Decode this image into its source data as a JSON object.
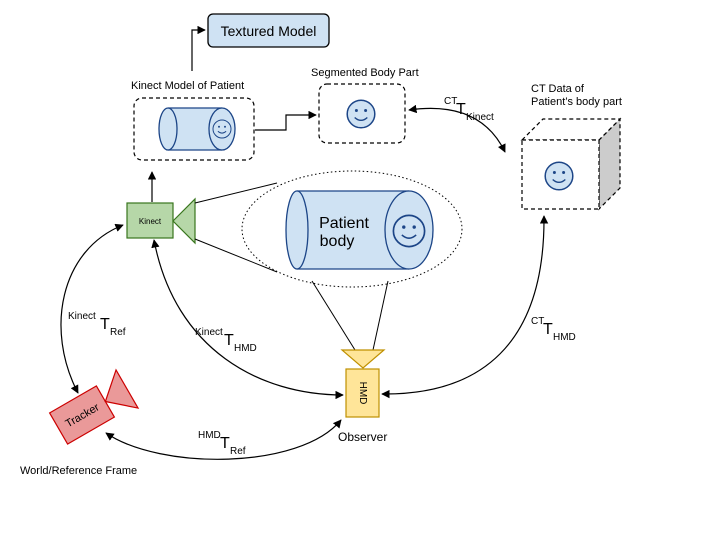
{
  "labels": {
    "textured_model": "Textured Model",
    "kinect_model": "Kinect Model of Patient",
    "segmented": "Segmented Body Part",
    "ct_data_line1": "CT Data of",
    "ct_data_line2": "Patient’s body part",
    "kinect": "Kinect",
    "patient_line1": "Patient",
    "patient_line2": "body",
    "hmd": "HMD",
    "observer": "Observer",
    "tracker": "Tracker",
    "world_frame": "World/Reference Frame"
  },
  "transforms": {
    "ct_kinect": {
      "sup": "CT",
      "main": "T",
      "sub": "Kinect"
    },
    "kinect_ref": {
      "sup": "Kinect",
      "main": "T",
      "sub": "Ref"
    },
    "kinect_hmd": {
      "sup": "Kinect",
      "main": "T",
      "sub": "HMD"
    },
    "ct_hmd": {
      "sup": "CT",
      "main": "T",
      "sub": "HMD"
    },
    "hmd_ref": {
      "sup": "HMD",
      "main": "T",
      "sub": "Ref"
    }
  },
  "colors": {
    "blue_fill": "#cfe2f3",
    "blue_stroke": "#1c4587",
    "green_fill": "#b6d7a8",
    "green_stroke": "#38761d",
    "yellow_fill": "#ffe599",
    "yellow_stroke": "#bf9000",
    "red_fill": "#ea9999",
    "red_stroke": "#cc0000",
    "cube_side": "#cccccc"
  },
  "icons": {
    "smiley": "smiley-face-icon",
    "camera": "camera-lens-icon"
  }
}
